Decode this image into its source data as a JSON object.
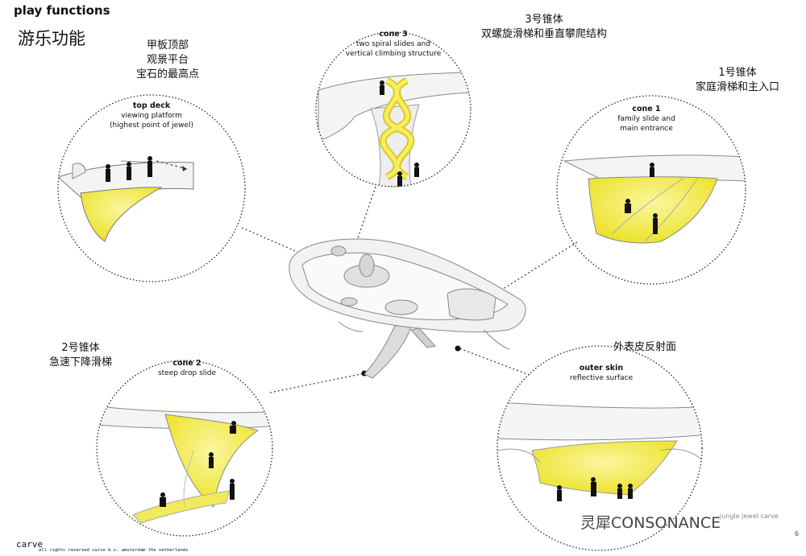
{
  "title_en": "play functions",
  "title_cn": "游乐功能",
  "callouts": {
    "top_deck": {
      "cn": [
        "甲板顶部",
        "观景平台",
        "宝石的最高点"
      ],
      "en_title": "top deck",
      "en_lines": [
        "viewing platform",
        "(highest point of jewel)"
      ]
    },
    "cone3": {
      "cn": [
        "3号锥体",
        "双螺旋滑梯和垂直攀爬结构"
      ],
      "en_title": "cone 3",
      "en_lines": [
        "two spiral slides and",
        "vertical climbing structure"
      ]
    },
    "cone1": {
      "cn": [
        "1号锥体",
        "家庭滑梯和主入口"
      ],
      "en_title": "cone 1",
      "en_lines": [
        "family slide and",
        "main entrance"
      ]
    },
    "cone2": {
      "cn": [
        "2号锥体",
        "急速下降滑梯"
      ],
      "en_title": "cone 2",
      "en_lines": [
        "steep drop slide"
      ]
    },
    "outer_skin": {
      "cn": [
        "外表皮反射面"
      ],
      "en_title": "outer skin",
      "en_lines": [
        "reflective surface"
      ]
    }
  },
  "footer": {
    "logo": "carve",
    "copyright": "all rights reserved carve b.v. amsterdam the netherlands"
  },
  "watermark": "灵犀CONSONANCE",
  "brand_small": "jungle jewel carve",
  "page_number": "6",
  "colors": {
    "accent_yellow": "#f3ea3a",
    "line": "#333333",
    "structure": "#e9e9e9"
  }
}
